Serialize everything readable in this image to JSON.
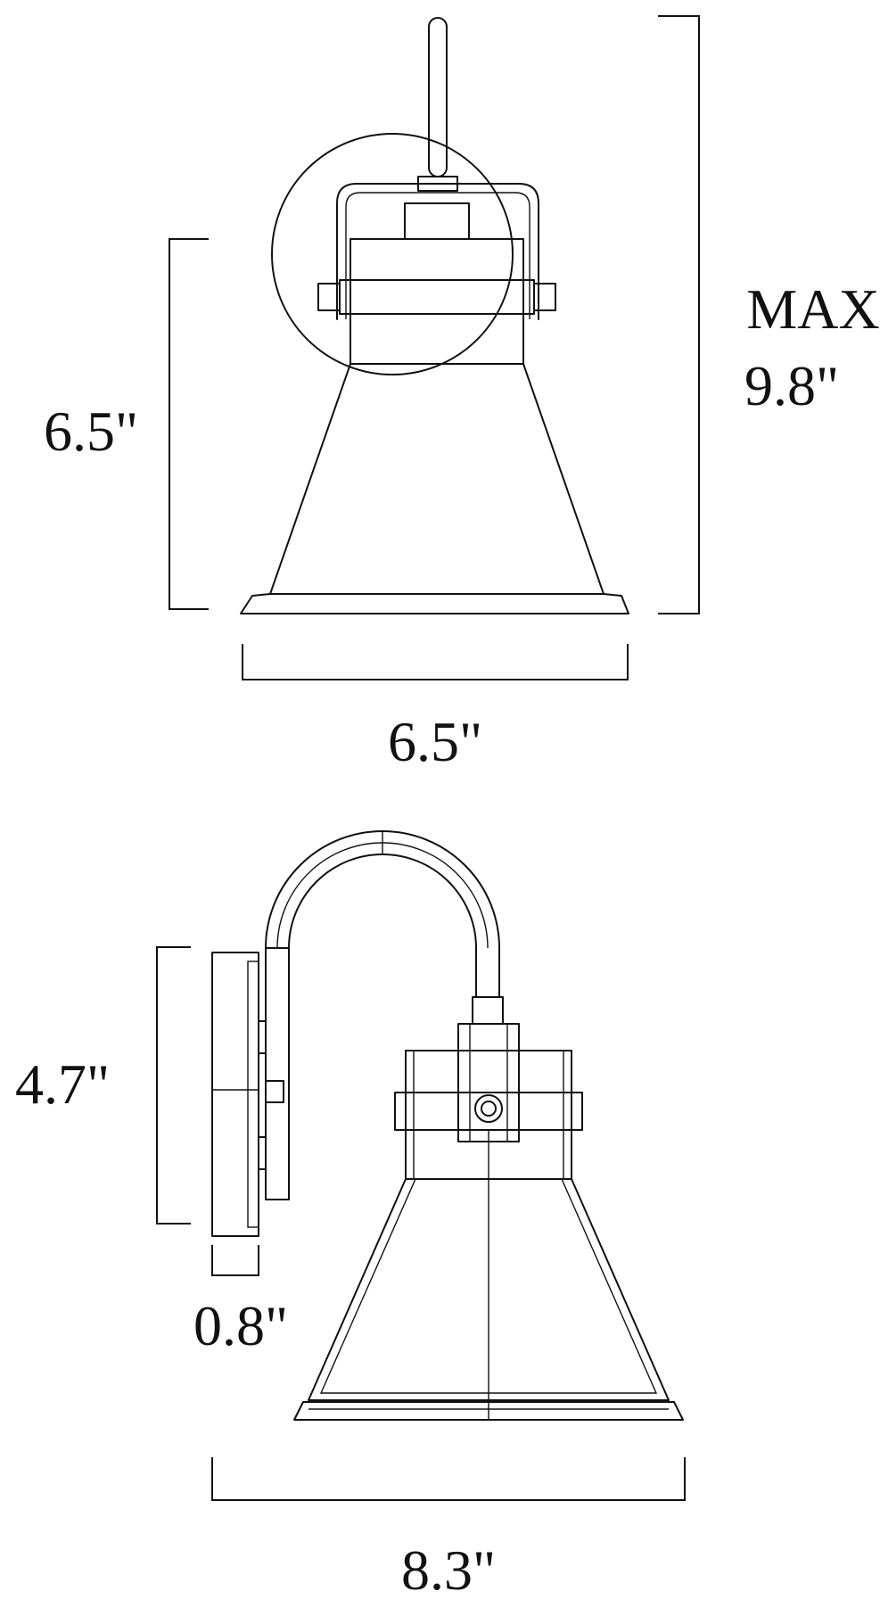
{
  "front_view": {
    "height_label": "6.5\"",
    "width_label": "6.5\"",
    "max_label_line1": "MAX",
    "max_label_line2": "9.8\""
  },
  "side_view": {
    "backplate_height_label": "4.7\"",
    "backplate_depth_label": "0.8\"",
    "extension_label": "8.3\""
  },
  "colors": {
    "line": "#111111",
    "background": "#ffffff"
  }
}
